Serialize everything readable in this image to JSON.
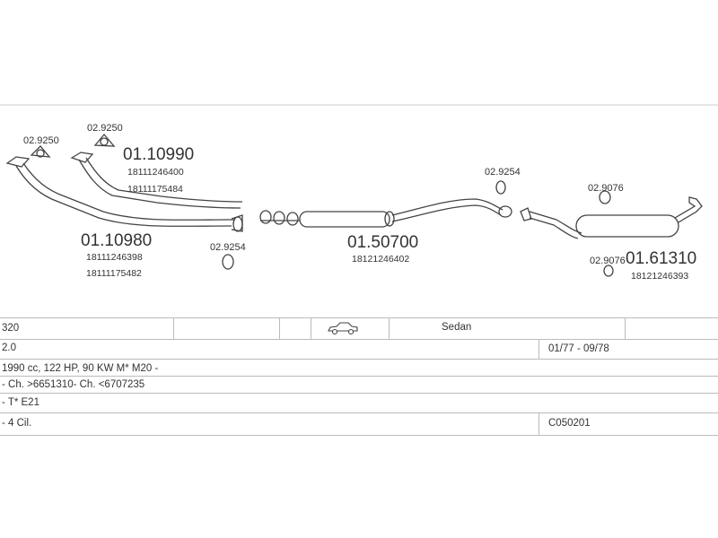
{
  "parts": {
    "gasket_top_left_a": "02.9250",
    "gasket_top_left_b": "02.9250",
    "front_pipe_top": {
      "code": "01.10990",
      "ref1": "18111246400",
      "ref2": "18111175484"
    },
    "front_pipe_bottom": {
      "code": "01.10980",
      "ref1": "18111246398",
      "ref2": "18111175482"
    },
    "gasket_mid_left": "02.9254",
    "middle_silencer": {
      "code": "01.50700",
      "ref1": "18121246402"
    },
    "gasket_mid_right": "02.9254",
    "clamp_top": "02.9076",
    "clamp_bottom": "02.9076",
    "rear_silencer": {
      "code": "01.61310",
      "ref1": "18121246393"
    }
  },
  "vehicle": {
    "model": "320",
    "body_type": "Sedan",
    "engine_size": "2.0",
    "production_dates": "01/77 - 09/78",
    "engine_details": "1990 cc, 122 HP, 90 KW M* M20 -",
    "chassis_range": "- Ch. >6651310- Ch. <6707235",
    "type_code": "- T* E21",
    "cylinders": "- 4 Cil.",
    "catalog_code": "C050201"
  },
  "icons": {
    "car": "sedan-car-icon"
  },
  "colors": {
    "line": "#444444",
    "grid": "#bbbbbb",
    "text": "#333333"
  }
}
